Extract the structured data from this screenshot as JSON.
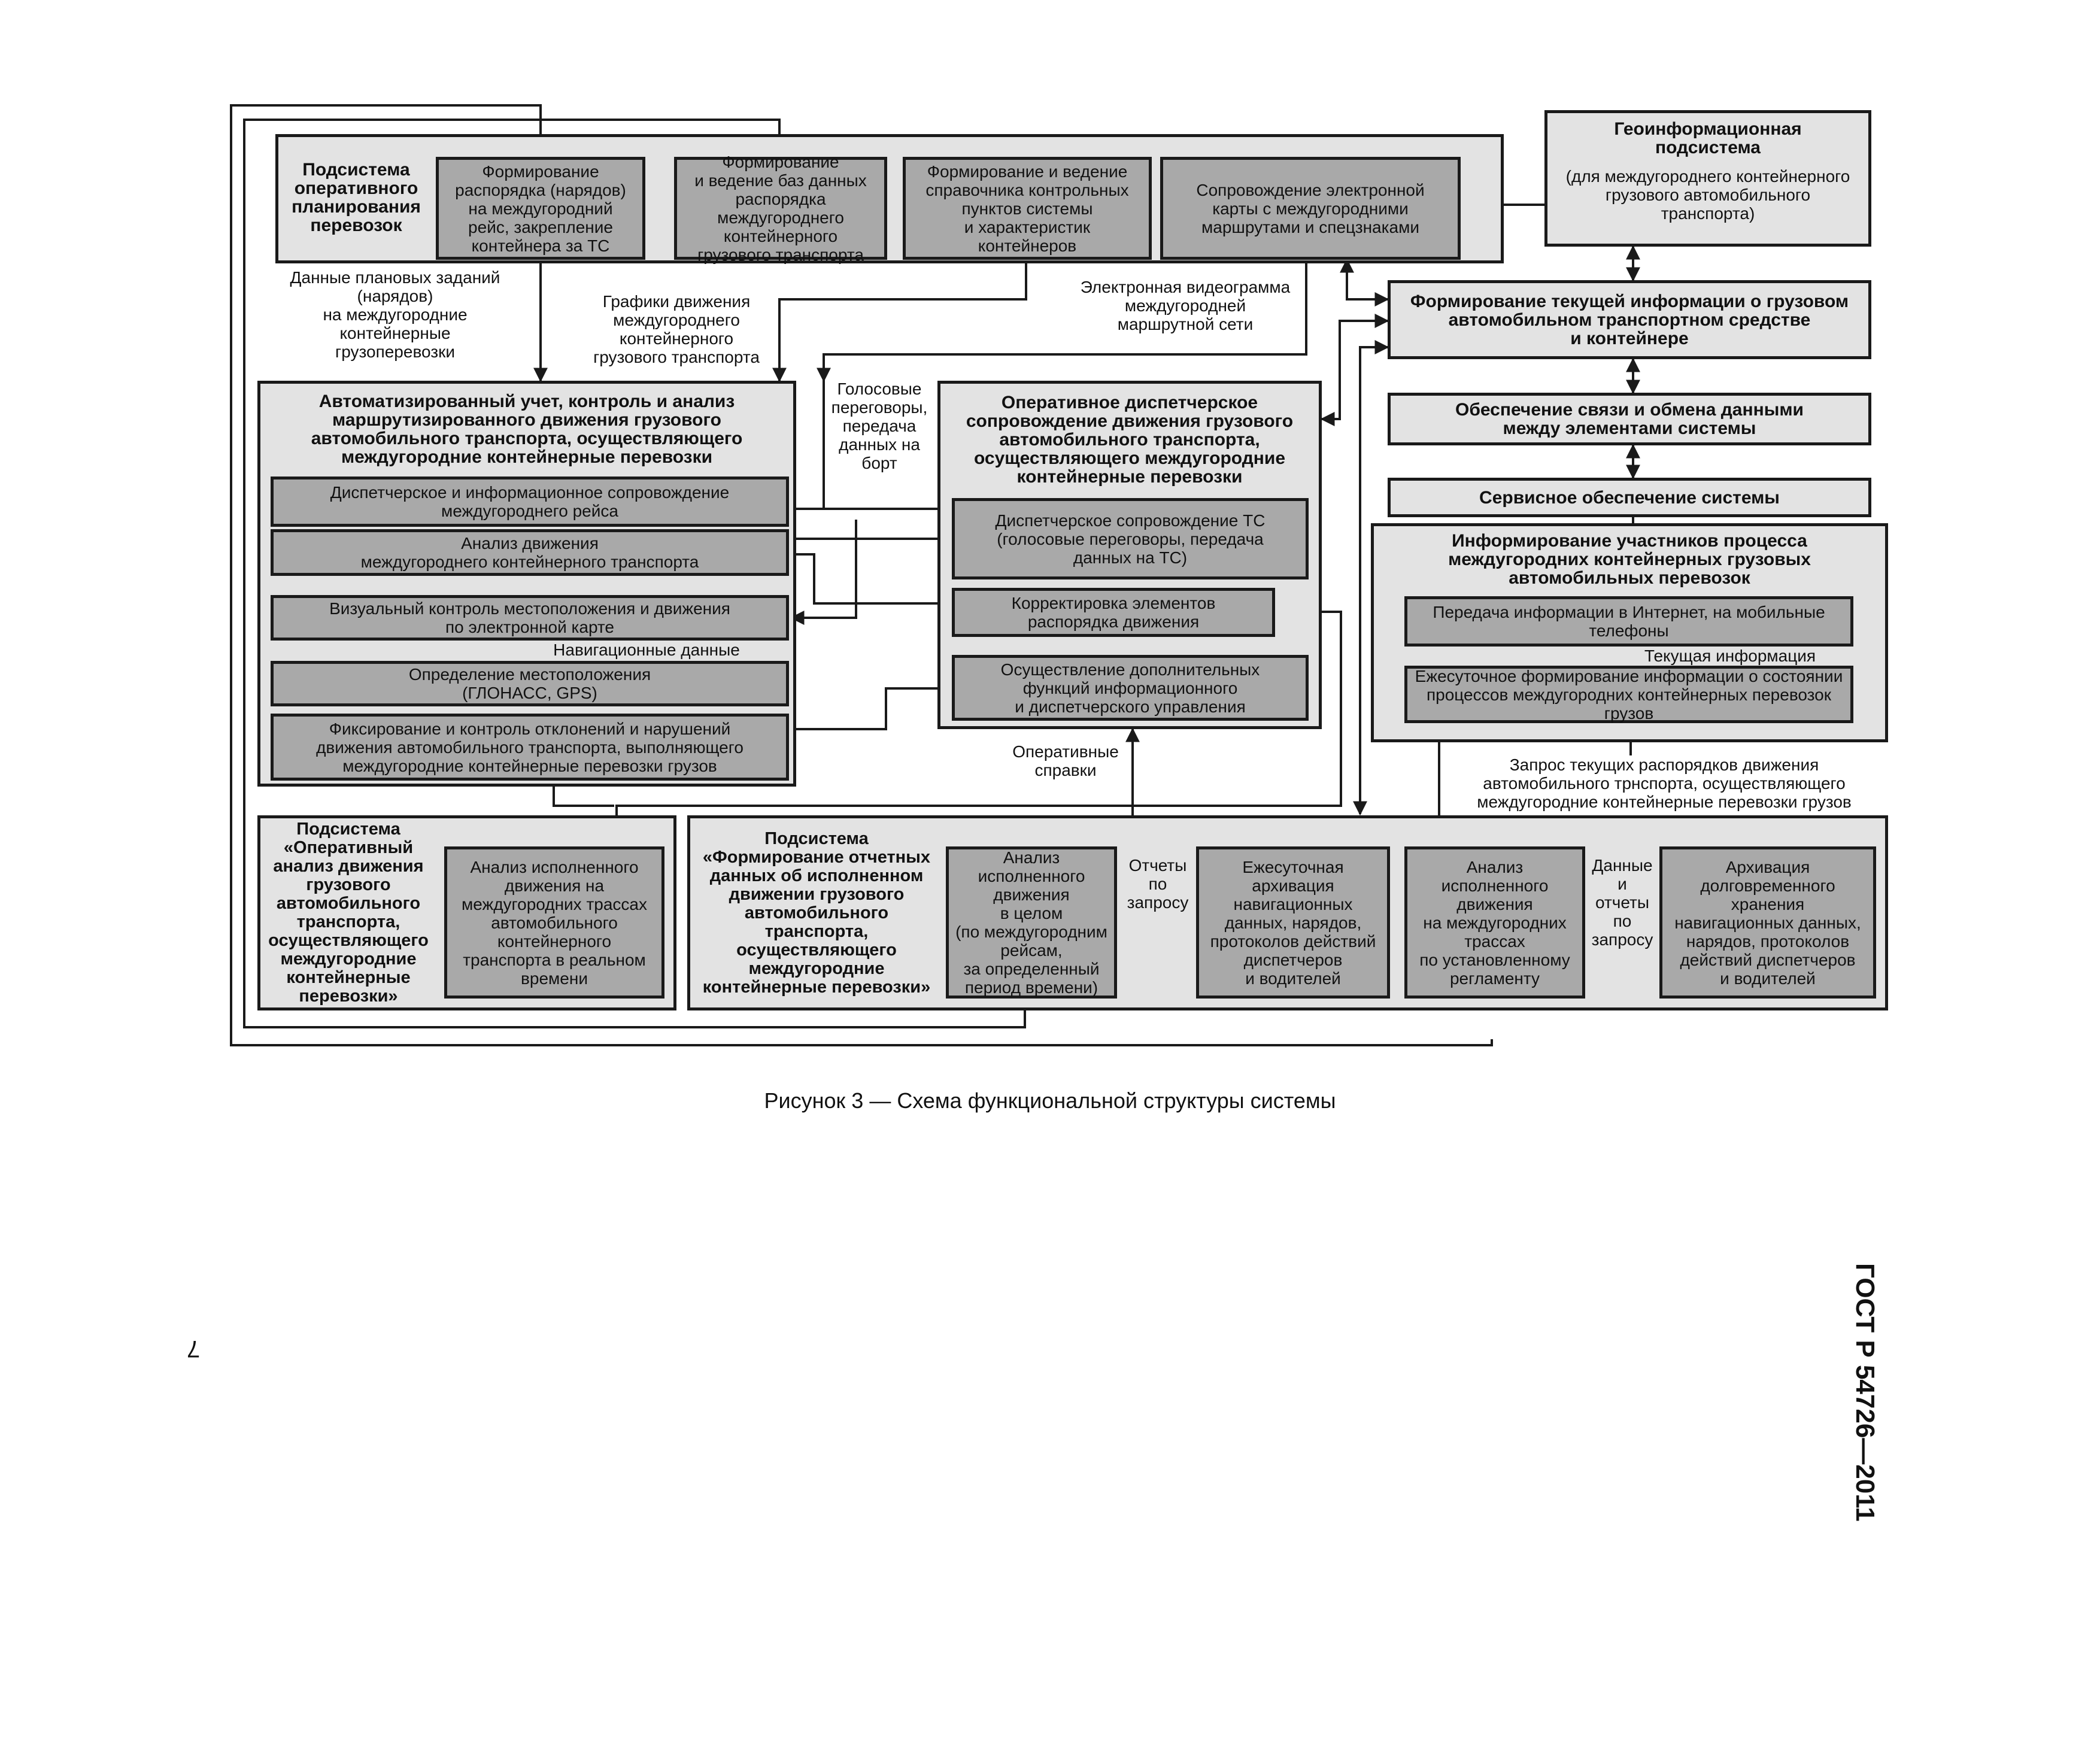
{
  "boxes": {
    "planning_subsystem": "Подсистема\nоперативного\nпланирования\nперевозок",
    "orders": "Формирование\nраспорядка (нарядов)\nна междугородний\nрейс, закрепление\nконтейнера за ТС",
    "databases": "Формирование\nи ведение баз данных\nраспорядка\nмеждугороднего\nконтейнерного\nгрузового транспорта",
    "checkpoints": "Формирование и ведение\nсправочника контрольных\nпунктов системы\nи характеристик\nконтейнеров",
    "emap": "Сопровождение электронной\nкарты с междугородними\nмаршрутами и спецзнаками",
    "gis": "(для междугороднего контейнерного\nгрузового автомобильного\nтранспорта)",
    "gis_title": "Геоинформационная\nподсистема",
    "current_info": "Формирование текущей информации о грузовом\nавтомобильном транспортном средстве\nи контейнере",
    "comms": "Обеспечение связи и обмена данными\nмежду элементами системы",
    "service": "Сервисное обеспечение системы",
    "inform_title": "Информирование участников процесса\nмеждугородних контейнерных грузовых\nавтомобильных перевозок",
    "internet": "Передача информации в Интернет, на мобильные\nтелефоны",
    "daily_state": "Ежесуточное формирование информации о состоянии\nпроцессов междугородних контейнерных перевозок\nгрузов",
    "auto_title": "Автоматизированный учет, контроль и анализ\nмаршрутизированного движения грузового\nавтомобильного транспорта, осуществляющего\nмеждугородние контейнерные перевозки",
    "dispatch_info": "Диспетчерское и информационное сопровождение\nмеждугороднего рейса",
    "analysis": "Анализ движения\nмеждугороднего контейнерного транспорта",
    "visual": "Визуальный контроль местоположения и движения\nпо электронной карте",
    "location": "Определение местоположения\n(ГЛОНАСС, GPS)",
    "violations": "Фиксирование и контроль отклонений и нарушений\nдвижения автомобильного транспорта, выполняющего\nмеждугородние контейнерные перевозки грузов",
    "oper_title": "Оперативное диспетчерское\nсопровождение движения грузового\nавтомобильного транспорта,\nосуществляющего междугородние\nконтейнерные перевозки",
    "dispatch_ts": "Диспетчерское сопровождение ТС\n(голосовые переговоры, передача\nданных на ТС)",
    "correction": "Корректировка элементов\nраспорядка движения",
    "extra": "Осуществление дополнительных\nфункций информационного\nи диспетчерского управления",
    "oa_title": "Подсистема\n«Оперативный\nанализ движения\nгрузового\nавтомобильного\nтранспорта,\nосуществляющего\nмеждугородние\nконтейнерные\nперевозки»",
    "oa_inner": "Анализ исполненного\nдвижения на\nмеждугородних трассах\nавтомобильного\nконтейнерного\nтранспорта в реальном\nвремени",
    "rep_title": "Подсистема\n«Формирование отчетных\nданных об исполненном\nдвижении грузового\nавтомобильного\nтранспорта,\nосуществляющего\nмеждугородние\nконтейнерные перевозки»",
    "rep_total": "Анализ\nисполненного\nдвижения\nв целом\n(по междугородним\nрейсам,\nза определенный\nпериод времени)",
    "rep_daily": "Ежесуточная\nархивация\nнавигационных\nданных, нарядов,\nпротоколов действий\nдиспетчеров\nи водителей",
    "rep_reg": "Анализ\nисполненного\nдвижения\nна междугородних\nтрассах\nпо установленному\nрегламенту",
    "rep_archive": "Архивация\nдолговременного\nхранения\nнавигационных данных,\nнарядов, протоколов\nдействий диспетчеров\nи водителей"
  },
  "labels": {
    "plan_data": "Данные плановых заданий\n(нарядов)\nна междугородние\nконтейнерные\nгрузоперевозки",
    "schedules": "Графики движения\nмеждугороднего\nконтейнерного\nгрузового транспорта",
    "videogram": "Электронная видеограмма\nмеждугородней\nмаршрутной сети",
    "voice": "Голосовые\nпереговоры,\nпередача\nданных на\nборт",
    "nav_data": "Навигационные данные",
    "oper_refs": "Оперативные\nсправки",
    "current": "Текущая информация",
    "request": "Запрос текущих распорядков движения\nавтомобильного трнспорта, осуществляющего\nмеждугородние контейнерные перевозки грузов",
    "reports_req": "Отчеты\nпо\nзапросу",
    "data_reports": "Данные\nи\nотчеты\nпо\nзапросу"
  },
  "caption": "Рисунок  3 — Схема функциональной структуры системы",
  "standard": "ГОСТ Р 54726—2011",
  "page_number": "7",
  "colors": {
    "outer_fill": "#e3e3e3",
    "inner_fill": "#a9a9a9",
    "line": "#1a1a1a"
  }
}
